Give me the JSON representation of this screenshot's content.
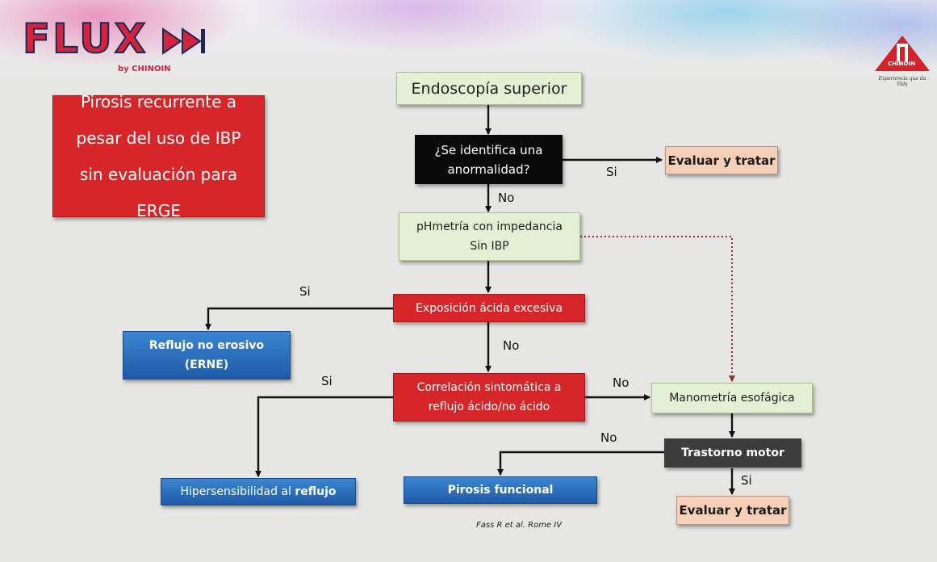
{
  "logo": {
    "brand": "FLUX",
    "by": "by CHINOIN"
  },
  "company": {
    "name": "CHINOIN",
    "slogan": "Experiencia que da Vida"
  },
  "title_box": "Pirosis recurrente a pesar del uso de IBP sin evaluación para ERGE",
  "nodes": {
    "endoscopia": "Endoscopía superior",
    "anormalidad": "¿Se identifica una anormalidad?",
    "evaluar1": "Evaluar y tratar",
    "phmetria": "pHmetría con impedancia Sin IBP",
    "exposicion": "Exposición ácida excesiva",
    "reflujo": "Reflujo no erosivo (ERNE)",
    "correlacion": "Correlación sintomática a reflujo ácido/no ácido",
    "manometria": "Manometría esofágica",
    "trastorno": "Trastorno motor",
    "hipersensibilidad_pre": "Hipersensibilidad al ",
    "hipersensibilidad_bold": "reflujo",
    "pirosis_funcional": "Pirosis funcional",
    "evaluar2": "Evaluar y tratar"
  },
  "edge_labels": {
    "anormalidad_si": "Si",
    "anormalidad_no": "No",
    "exposicion_si": "Si",
    "exposicion_no": "No",
    "correlacion_si": "Si",
    "correlacion_no": "No",
    "trastorno_no": "No",
    "trastorno_si": "Si"
  },
  "reference": "Fass R et al. Rome IV",
  "colors": {
    "green_box": "#e4f0d4",
    "red_box": "#d6262a",
    "black_box": "#0a0a0a",
    "blue_box": "#2a6fbf",
    "peach_box": "#f5cfb8",
    "dark_box": "#3c3c3c",
    "dotted_line": "#9b2a2a"
  }
}
